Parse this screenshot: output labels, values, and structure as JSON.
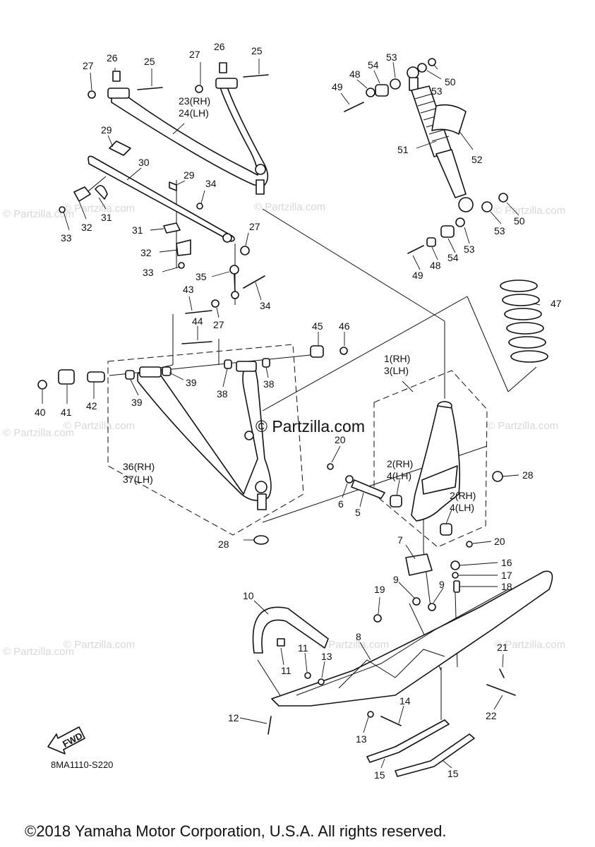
{
  "watermark": {
    "text": "© Partzilla.com"
  },
  "center_brand": {
    "text": "© Partzilla.com"
  },
  "callouts": {
    "c1": "1(RH)",
    "c3": "3(LH)",
    "c2a": "2(RH)",
    "c4a": "4(LH)",
    "c2b": "2(RH)",
    "c4b": "4(LH)",
    "c5": "5",
    "c6": "6",
    "c7": "7",
    "c8": "8",
    "c9a": "9",
    "c9b": "9",
    "c10": "10",
    "c11a": "11",
    "c11b": "11",
    "c12": "12",
    "c13a": "13",
    "c13b": "13",
    "c14": "14",
    "c15a": "15",
    "c15b": "15",
    "c16": "16",
    "c17": "17",
    "c18": "18",
    "c19": "19",
    "c20a": "20",
    "c20b": "20",
    "c21": "21",
    "c22": "22",
    "c23": "23(RH)",
    "c24": "24(LH)",
    "c25a": "25",
    "c25b": "25",
    "c26a": "26",
    "c26b": "26",
    "c27a": "27",
    "c27b": "27",
    "c27c": "27",
    "c27d": "27",
    "c28a": "28",
    "c28b": "28",
    "c29a": "29",
    "c29b": "29",
    "c30": "30",
    "c31a": "31",
    "c31b": "31",
    "c32a": "32",
    "c32b": "32",
    "c33a": "33",
    "c33b": "33",
    "c34a": "34",
    "c34b": "34",
    "c35": "35",
    "c36": "36(RH)",
    "c37": "37(LH)",
    "c38a": "38",
    "c38b": "38",
    "c39a": "39",
    "c39b": "39",
    "c40": "40",
    "c41": "41",
    "c42": "42",
    "c43": "43",
    "c44": "44",
    "c45": "45",
    "c46": "46",
    "c47": "47",
    "c48a": "48",
    "c48b": "48",
    "c49a": "49",
    "c49b": "49",
    "c50a": "50",
    "c50b": "50",
    "c51": "51",
    "c52": "52",
    "c53a": "53",
    "c53b": "53",
    "c53c": "53",
    "c53d": "53",
    "c54a": "54",
    "c54b": "54"
  },
  "fwd_arrow": {
    "label": "FWD"
  },
  "figure_code": "8MA1110-S220",
  "copyright": "©2018 Yamaha Motor Corporation, U.S.A. All rights reserved."
}
